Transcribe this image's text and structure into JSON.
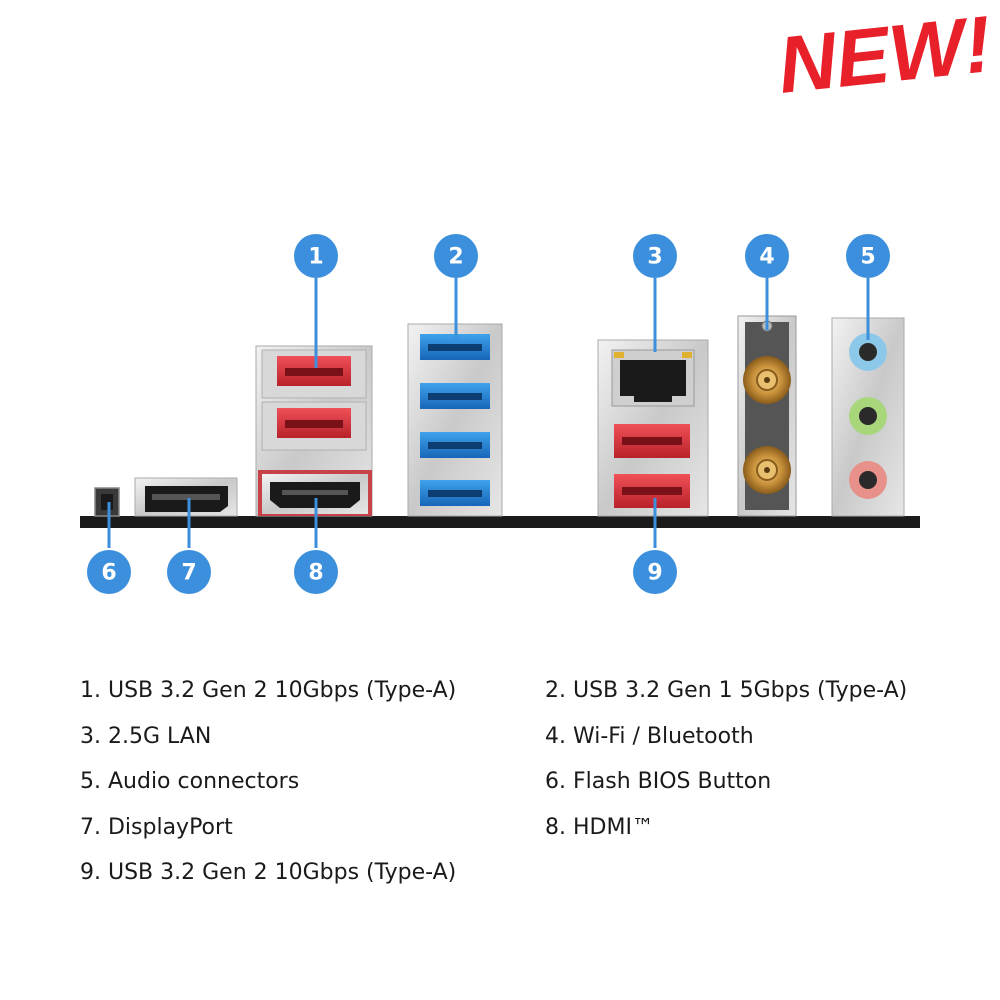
{
  "badge": {
    "text": "NEW!",
    "color": "#e8202a"
  },
  "colors": {
    "callout": "#3c8fdc",
    "callout_line": "#3c8fdc",
    "usb_red": "#d9323a",
    "usb_blue": "#1f7fd3",
    "bracket": "#1b1b1b",
    "antenna_gold": "#c8913a",
    "audio_blue": "#8cc8e8",
    "audio_green": "#a8d67a",
    "audio_pink": "#e8908a"
  },
  "callouts": [
    {
      "num": "1"
    },
    {
      "num": "2"
    },
    {
      "num": "3"
    },
    {
      "num": "4"
    },
    {
      "num": "5"
    },
    {
      "num": "6"
    },
    {
      "num": "7"
    },
    {
      "num": "8"
    },
    {
      "num": "9"
    }
  ],
  "legend": [
    "1. USB 3.2 Gen 2 10Gbps (Type-A)",
    "2. USB 3.2 Gen 1 5Gbps (Type-A)",
    "3. 2.5G LAN",
    "4. Wi-Fi / Bluetooth",
    "5. Audio connectors",
    "6. Flash BIOS Button",
    "7. DisplayPort",
    "8. HDMI™",
    "9. USB 3.2 Gen 2 10Gbps (Type-A)"
  ]
}
